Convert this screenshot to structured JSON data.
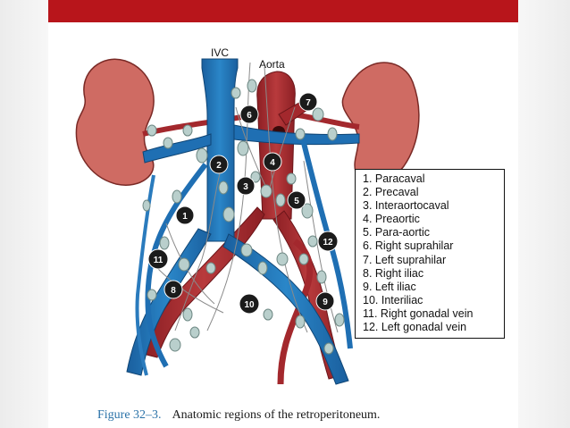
{
  "diagram": {
    "vessel_labels": {
      "ivc": "IVC",
      "aorta": "Aorta"
    },
    "region_markers": [
      "1",
      "2",
      "3",
      "4",
      "5",
      "6",
      "7",
      "8",
      "9",
      "10",
      "11",
      "12"
    ],
    "legend": [
      "1. Paracaval",
      "2. Precaval",
      "3. Interaortocaval",
      "4. Preaortic",
      "5. Para-aortic",
      "6. Right suprahilar",
      "7. Left suprahilar",
      "8. Right iliac",
      "9. Left iliac",
      "10. Interiliac",
      "11. Right gonadal vein",
      "12. Left gonadal vein"
    ],
    "caption": {
      "figure_number": "Figure 32–3.",
      "text": "Anatomic regions of the retroperitoneum."
    }
  },
  "colors": {
    "banner": "#b8151b",
    "vein_blue": "#1f6fb3",
    "artery_red": "#a3282d",
    "kidney": "#cf6b63",
    "lymph_node": "#b9cfcc"
  }
}
